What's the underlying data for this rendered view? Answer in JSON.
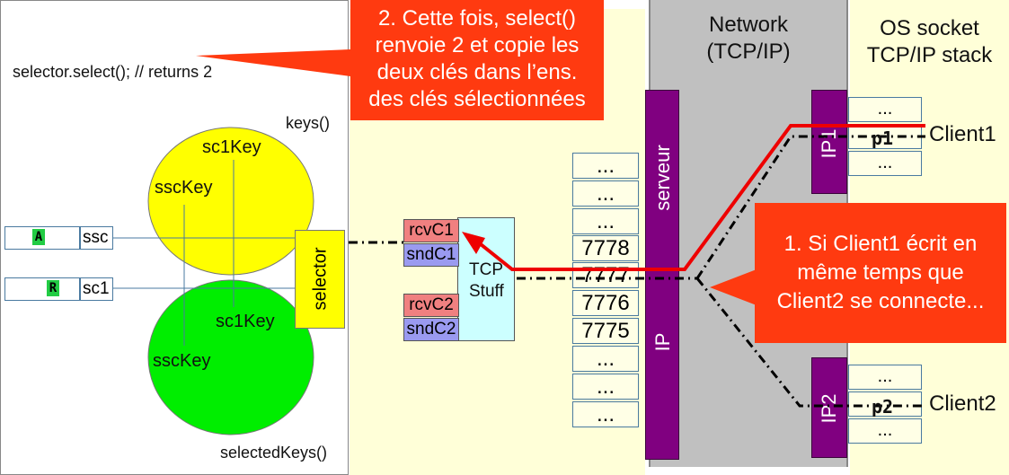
{
  "left": {
    "code_line": "selector.select(); // returns 2",
    "keys_label": "keys()",
    "selected_keys_label": "selectedKeys()",
    "yellow_set": {
      "top_label": "sc1Key",
      "left_label": "sscKey"
    },
    "green_set": {
      "top_label": "sc1Key",
      "left_label": "sscKey"
    },
    "channels": [
      {
        "icon_letter": "A",
        "name": "ssc"
      },
      {
        "icon_letter": "R",
        "name": "sc1"
      }
    ],
    "selector_label": "selector"
  },
  "tcp_stuff": {
    "label_line1": "TCP",
    "label_line2": "Stuff",
    "buffers": [
      {
        "label": "rcvC1",
        "kind": "rcv"
      },
      {
        "label": "sndC1",
        "kind": "snd"
      },
      {
        "label": "rcvC2",
        "kind": "rcv"
      },
      {
        "label": "sndC2",
        "kind": "snd"
      }
    ]
  },
  "ports": [
    "...",
    "...",
    "...",
    "7778",
    "7777",
    "7776",
    "7775",
    "...",
    "...",
    "..."
  ],
  "server_bar": {
    "top_label": "serveur",
    "bottom_label": "IP"
  },
  "network": {
    "title_line1": "Network",
    "title_line2": "(TCP/IP)"
  },
  "os_stack": {
    "title_line1": "OS socket",
    "title_line2": "TCP/IP stack"
  },
  "clients": [
    {
      "name": "Client1",
      "ip_label": "IP1",
      "port_label": "p1",
      "cells": [
        "...",
        "p1",
        "..."
      ]
    },
    {
      "name": "Client2",
      "ip_label": "IP2",
      "port_label": "p2",
      "cells": [
        "...",
        "p2",
        "..."
      ]
    }
  ],
  "callouts": {
    "top": [
      "2. Cette fois, select()",
      "renvoie 2 et copie les",
      "deux clés dans l’ens.",
      "des clés sélectionnées"
    ],
    "right": [
      "1. Si Client1 écrit en",
      "même temps que",
      "Client2 se connecte..."
    ]
  },
  "colors": {
    "callout": "#ff3a10",
    "yellow_set": "#ffff00",
    "green_set": "#00ee00",
    "purple": "#800080",
    "network_gray": "#c0c0c0",
    "panel_cream": "#ffffd8",
    "rcv_buffer": "#f08080",
    "snd_buffer": "#9a9af0",
    "tcp_box": "#ccffff",
    "red_path": "#ee0000"
  }
}
